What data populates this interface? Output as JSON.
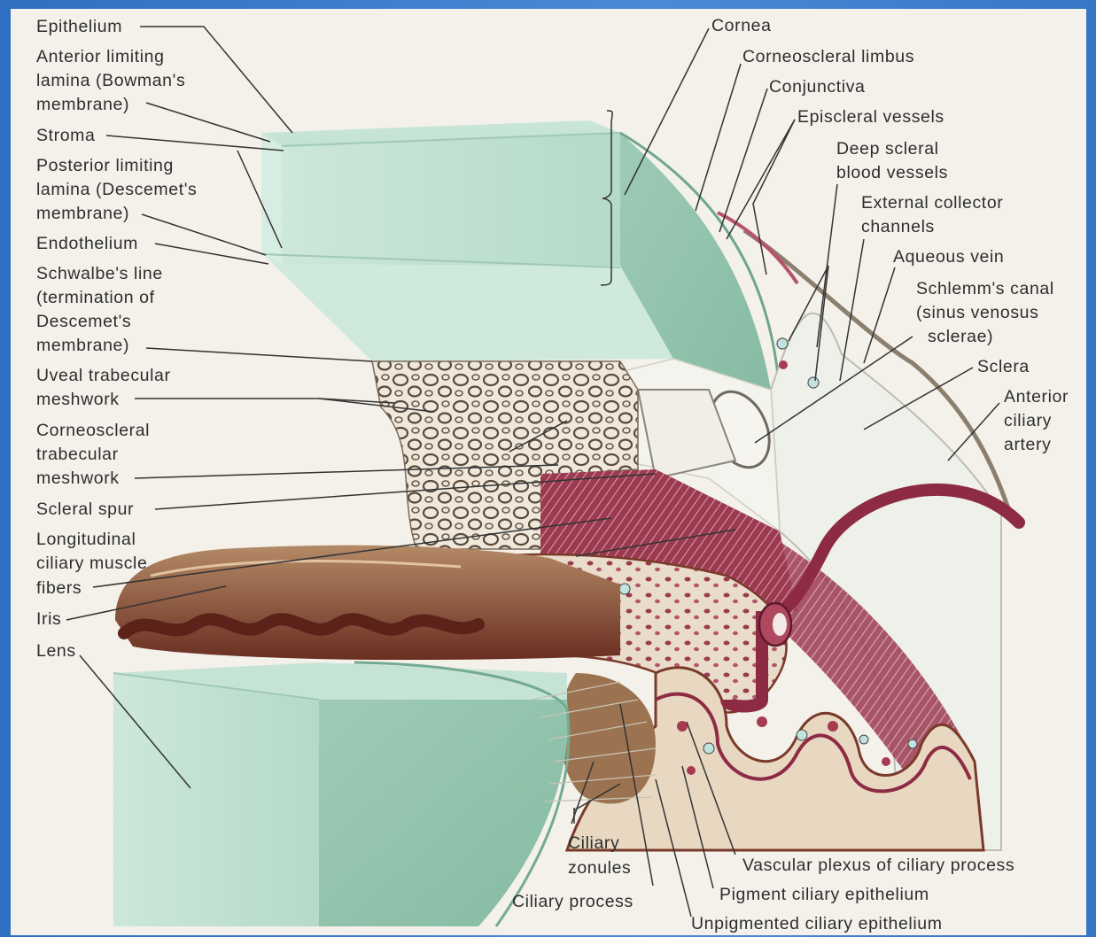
{
  "labels": {
    "epithelium": "Epithelium",
    "anterior_limiting_1": "Anterior  limiting",
    "anterior_limiting_2": "lamina  (Bowman's",
    "anterior_limiting_3": "membrane)",
    "stroma": "Stroma",
    "posterior_limiting_1": "Posterior  limiting",
    "posterior_limiting_2": "lamina  (Descemet's",
    "posterior_limiting_3": "membrane)",
    "endothelium": "Endothelium",
    "schwalbe_1": "Schwalbe's  line",
    "schwalbe_2": "(termination  of",
    "schwalbe_3": "Descemet's",
    "schwalbe_4": "membrane)",
    "uveal_1": "Uveal  trabecular",
    "uveal_2": "meshwork",
    "corneoscleral_tm_1": "Corneoscleral",
    "corneoscleral_tm_2": "trabecular",
    "corneoscleral_tm_3": "meshwork",
    "scleral_spur": "Scleral  spur",
    "longitudinal_1": "Longitudinal",
    "longitudinal_2": "ciliary  muscle",
    "longitudinal_3": "fibers",
    "iris": "Iris",
    "lens": "Lens",
    "cornea": "Cornea",
    "corneoscleral_limbus": "Corneoscleral  limbus",
    "conjunctiva": "Conjunctiva",
    "episcleral_vessels": "Episcleral  vessels",
    "deep_scleral_1": "Deep  scleral",
    "deep_scleral_2": "blood  vessels",
    "external_collector_1": "External  collector",
    "external_collector_2": "channels",
    "aqueous_vein": "Aqueous  vein",
    "schlemm_1": "Schlemm's  canal",
    "schlemm_2": "(sinus  venosus",
    "schlemm_3": "sclerae)",
    "sclera": "Sclera",
    "anterior_ciliary_1": "Anterior",
    "anterior_ciliary_2": "ciliary",
    "anterior_ciliary_3": "artery",
    "ciliary_zonules_1": "Ciliary",
    "ciliary_zonules_2": "zonules",
    "ciliary_process": "Ciliary  process",
    "vascular_plexus": "Vascular  plexus  of  ciliary  process",
    "pigment_epithelium": "Pigment  ciliary  epithelium",
    "unpigmented_epithelium": "Unpigmented  ciliary  epithelium"
  },
  "colors": {
    "tissue_green": "#bcdccd",
    "tissue_green_dark": "#8fc0aa",
    "muscle_red": "#8e2b44",
    "iris_brown": "#7a3a2a",
    "mesh_tan": "#d9cdb8",
    "background": "#f3f1ea",
    "frame_blue": "#3f7fcf"
  }
}
